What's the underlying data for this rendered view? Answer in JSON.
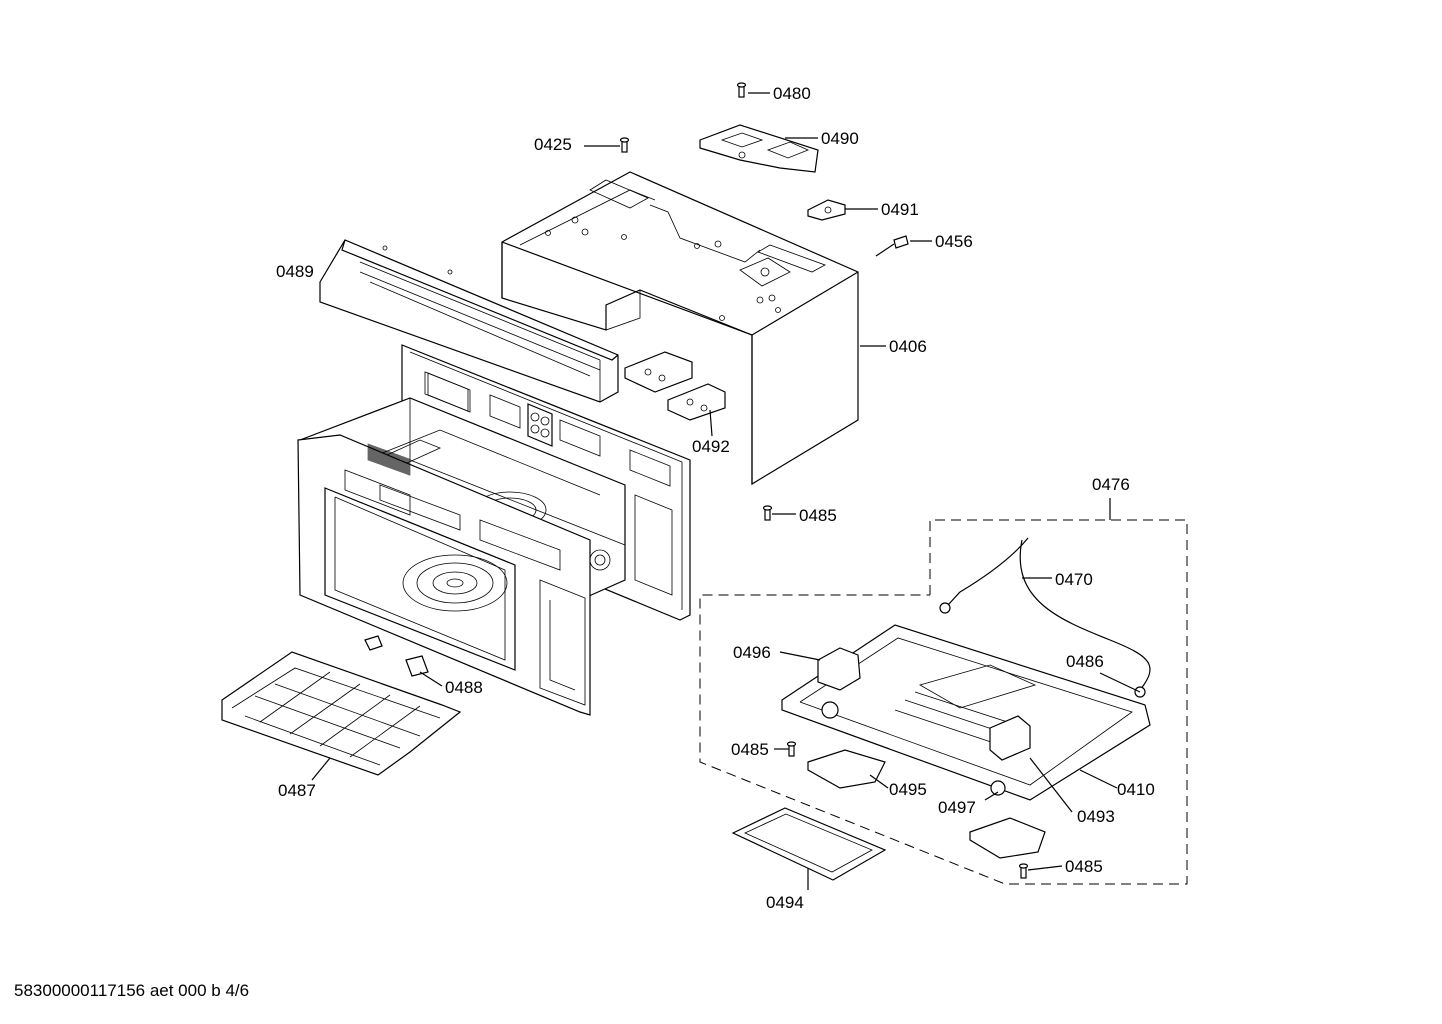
{
  "footer": "58300000117156 aet 000 b 4/6",
  "labels": {
    "p0480": "0480",
    "p0490": "0490",
    "p0425": "0425",
    "p0491": "0491",
    "p0456": "0456",
    "p0489": "0489",
    "p0406": "0406",
    "p0492": "0492",
    "p0476": "0476",
    "p0485a": "0485",
    "p0470": "0470",
    "p0496": "0496",
    "p0486": "0486",
    "p0488": "0488",
    "p0487": "0487",
    "p0485b": "0485",
    "p0495": "0495",
    "p0410": "0410",
    "p0497": "0497",
    "p0493": "0493",
    "p0485c": "0485",
    "p0494": "0494"
  }
}
